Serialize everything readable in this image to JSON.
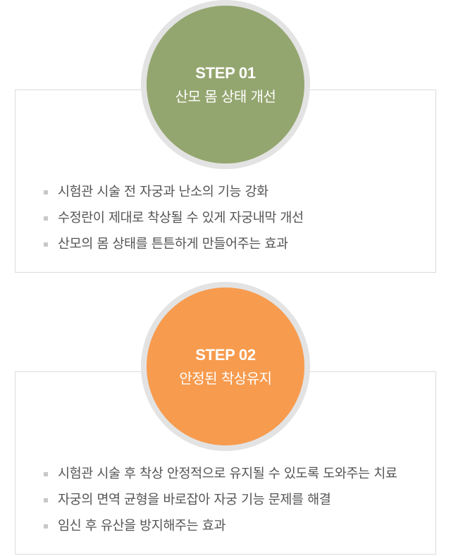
{
  "steps": [
    {
      "step_label": "STEP 01",
      "title": "산모 몸 상태 개선",
      "color": "#94a66f",
      "items": [
        "시험관 시술 전 자궁과 난소의 기능 강화",
        "수정란이 제대로 착상될 수 있게 자궁내막 개선",
        "산모의 몸 상태를 튼튼하게 만들어주는 효과"
      ]
    },
    {
      "step_label": "STEP 02",
      "title": "안정된 착상유지",
      "color": "#f79b4e",
      "items": [
        "시험관 시술 후 착상 안정적으로 유지될 수 있도록 도와주는 치료",
        "자궁의 면역 균형을 바로잡아 자궁 기능 문제를 해결",
        "임신 후 유산을 방지해주는 효과"
      ]
    }
  ]
}
